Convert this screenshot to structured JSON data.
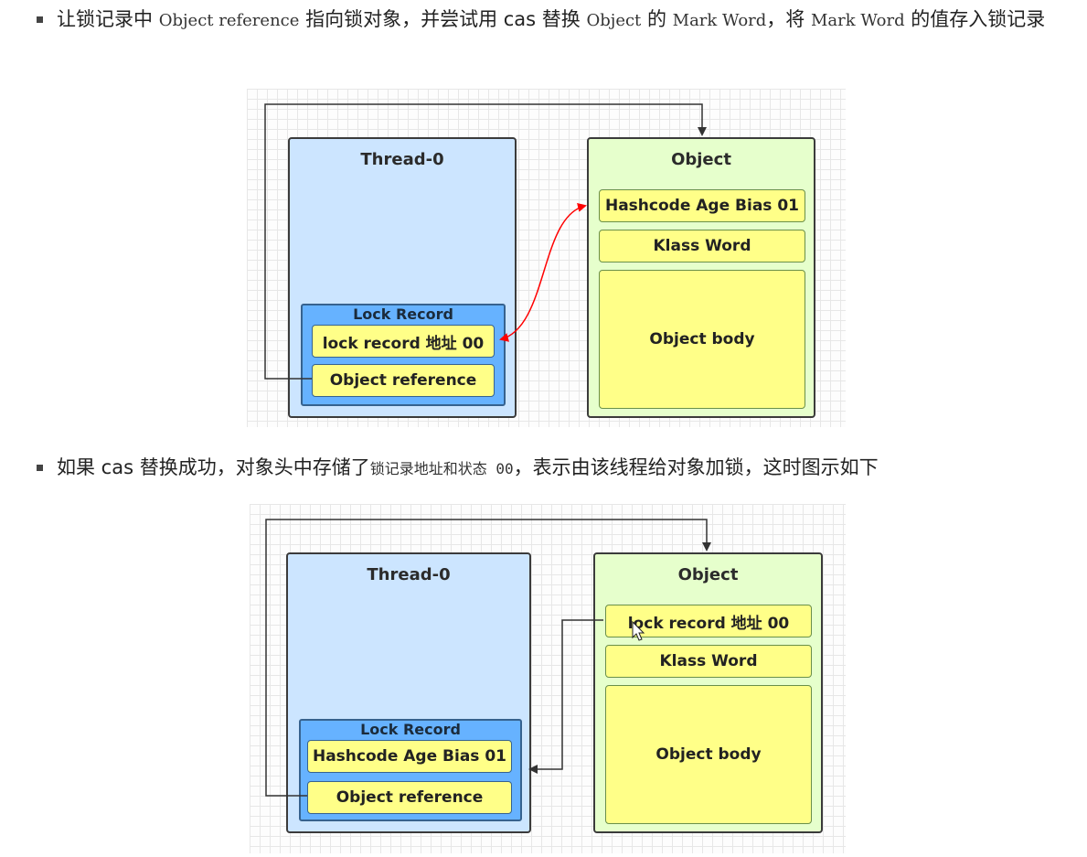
{
  "para1": {
    "prefix": "让锁记录中 ",
    "term_object_reference": "Object reference",
    "middle": " 指向锁对象，并尝试用 cas 替换 ",
    "term_object": "Object",
    "middle2": " 的 ",
    "term_mark_word": "Mark Word",
    "middle3": "，将 ",
    "term_mark_word2": "Mark Word",
    "suffix": " 的值存入锁记录"
  },
  "para2": {
    "prefix": "如果 cas 替换成功，对象头中存储了",
    "code": "锁记录地址和状态 00",
    "suffix": "，表示由该线程给对象加锁，这时图示如下"
  },
  "diagram1": {
    "thread_title": "Thread-0",
    "object_title": "Object",
    "lock_record_title": "Lock Record",
    "lock_record_cells": [
      "lock  record 地址 00",
      "Object reference"
    ],
    "object_cells": [
      "Hashcode Age Bias 01",
      "Klass Word",
      "Object body"
    ]
  },
  "diagram2": {
    "thread_title": "Thread-0",
    "object_title": "Object",
    "lock_record_title": "Lock Record",
    "lock_record_cells": [
      "Hashcode Age Bias 01",
      "Object reference"
    ],
    "object_cells": [
      "lock  record 地址 00",
      "Klass Word",
      "Object body"
    ]
  },
  "colors": {
    "thread_bg": "#cce5ff",
    "object_bg": "#e6ffcc",
    "lock_record_bg": "#66b2ff",
    "cell_bg": "#ffff88",
    "swap_arrow": "#ff0000",
    "arrow": "#333333"
  }
}
